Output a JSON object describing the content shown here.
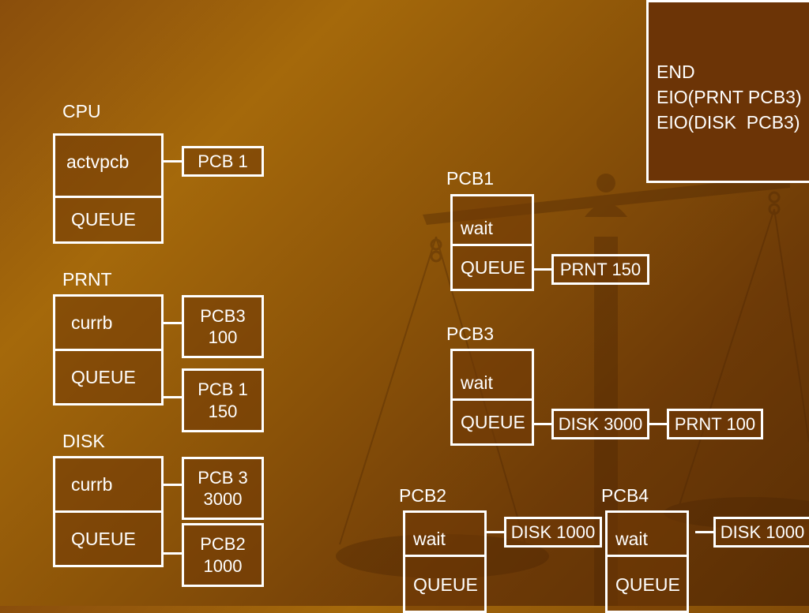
{
  "cpu": {
    "label": "CPU",
    "top": "actvpcb",
    "bottom": "QUEUE",
    "link": "PCB 1"
  },
  "prnt": {
    "label": "PRNT",
    "top": "currb",
    "bottom": "QUEUE",
    "chip1": "PCB3\n100",
    "chip2": "PCB 1\n150"
  },
  "disk": {
    "label": "DISK",
    "top": "currb",
    "bottom": "QUEUE",
    "chip1": "PCB 3\n3000",
    "chip2": "PCB2\n1000"
  },
  "pcb1": {
    "label": "PCB1",
    "top": "wait",
    "bottom": "QUEUE",
    "link": "PRNT 150"
  },
  "pcb3": {
    "label": "PCB3",
    "top": "wait",
    "bottom": "QUEUE",
    "link1": "DISK 3000",
    "link2": "PRNT 100"
  },
  "pcb2": {
    "label": "PCB2",
    "top": "wait",
    "bottom": "QUEUE",
    "link": "DISK 1000"
  },
  "pcb4": {
    "label": "PCB4",
    "top": "wait",
    "bottom": "QUEUE",
    "link": "DISK 1000"
  },
  "end_box": {
    "lines": [
      "END",
      "EIO(PRNT PCB3)",
      "EIO(DISK  PCB3)"
    ]
  }
}
